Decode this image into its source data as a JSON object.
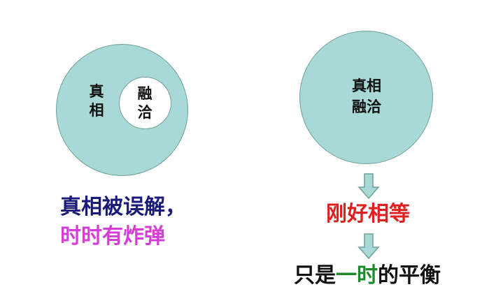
{
  "left_diagram": {
    "outer_label": [
      "真",
      "相"
    ],
    "inner_label": [
      "融",
      "洽"
    ],
    "caption_line1": "真相被误解，",
    "caption_line2": "时时有炸弹"
  },
  "right_diagram": {
    "circle_lines": [
      "真相",
      "融洽"
    ],
    "middle_caption": "刚好相等",
    "bottom_caption_part1": "只是",
    "bottom_caption_part2": "一时",
    "bottom_caption_part3": "的平衡"
  },
  "colors": {
    "circle_fill": "#a8d9d6",
    "caption1": "#1a1a7a",
    "caption2": "#d63cd6",
    "middle_caption": "#e02020",
    "bottom_dark": "#111111",
    "bottom_green": "#1e8a2e"
  }
}
